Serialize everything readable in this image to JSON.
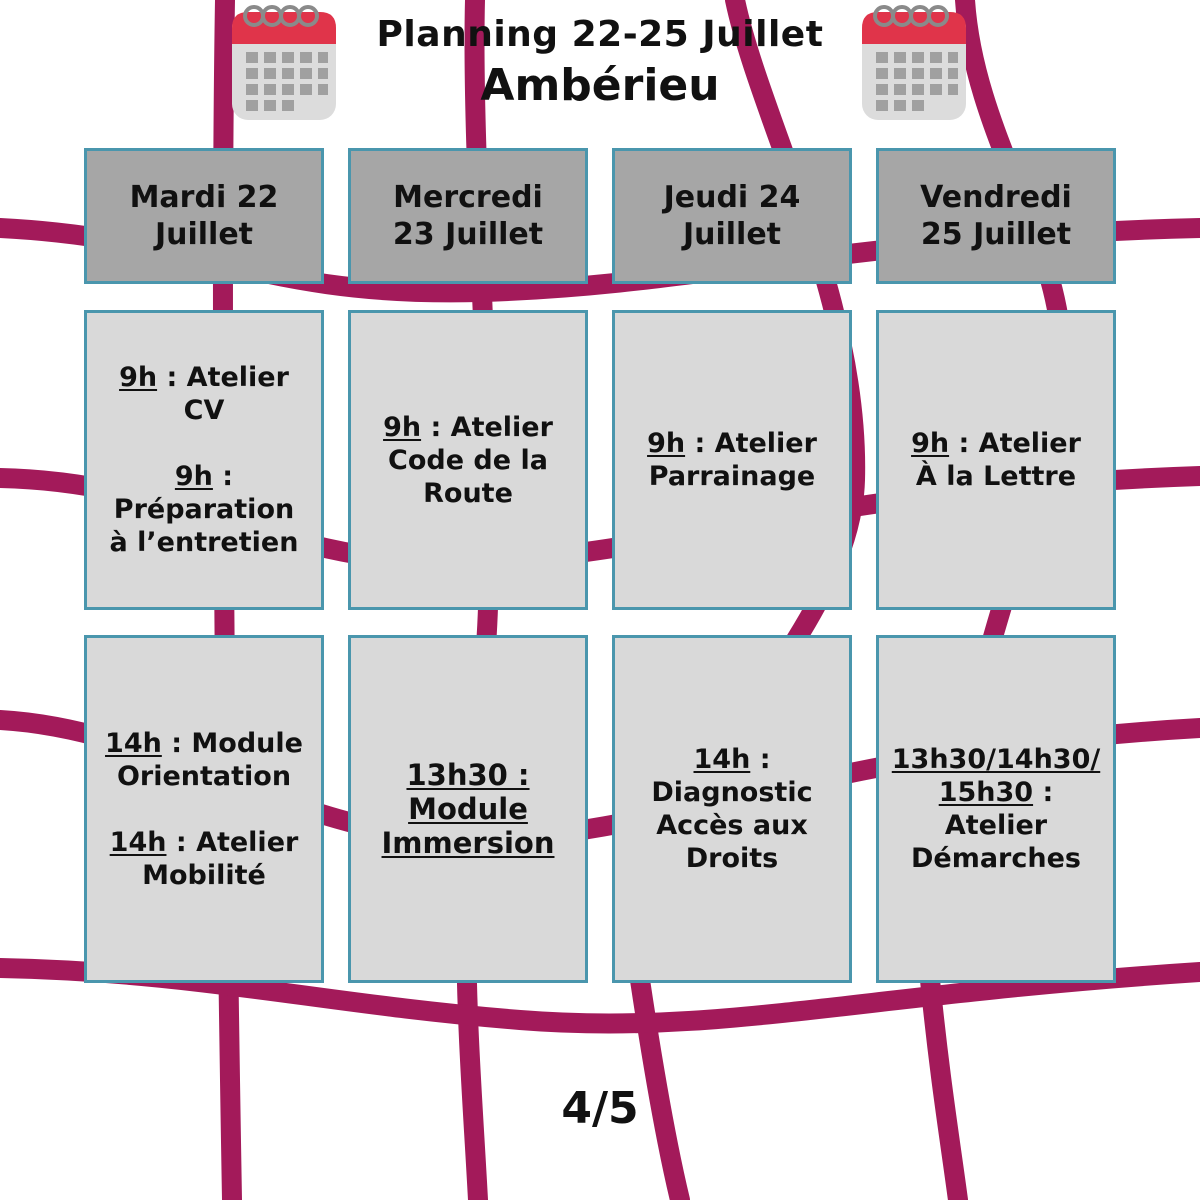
{
  "header": {
    "title": "Planning 22-25 Juillet",
    "location": "Ambérieu"
  },
  "colors": {
    "background_lines": "#a31a5a",
    "day_header_bg": "#a6a6a6",
    "slot_bg": "#d9d9d9",
    "cell_border": "#4a96ad",
    "calendar_red": "#e0344a"
  },
  "days": [
    {
      "label": "Mardi 22 Juillet"
    },
    {
      "label": "Mercredi 23 Juillet"
    },
    {
      "label": "Jeudi 24 Juillet"
    },
    {
      "label": "Vendredi 25 Juillet"
    }
  ],
  "morning": [
    [
      {
        "time": "9h",
        "text": " : Atelier CV"
      },
      {
        "time": "9h",
        "text": " : Préparation à l’entretien"
      }
    ],
    [
      {
        "time": "9h",
        "text": " : Atelier Code de la Route"
      }
    ],
    [
      {
        "time": "9h",
        "text": " : Atelier Parrainage"
      }
    ],
    [
      {
        "time": "9h",
        "text": " : Atelier À la Lettre"
      }
    ]
  ],
  "afternoon": [
    [
      {
        "time": "14h",
        "text": " : Module Orientation"
      },
      {
        "time": "14h",
        "text": " : Atelier Mobilité"
      }
    ],
    [
      {
        "time": "13h30 : Module Immersion",
        "text": ""
      }
    ],
    [
      {
        "time": "14h",
        "text": " : Diagnostic Accès aux Droits"
      }
    ],
    [
      {
        "time": "13h30/14h30/ 15h30",
        "text": " : Atelier Démarches"
      }
    ]
  ],
  "footer": {
    "page": "4/5"
  },
  "icons": {
    "calendar": "calendar-icon"
  }
}
